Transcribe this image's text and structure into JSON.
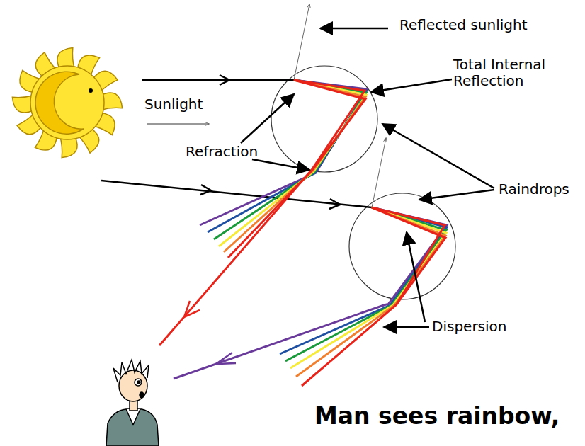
{
  "diagram": {
    "caption": "Man sees rainbow,",
    "labels": [
      "Reflected sunlight",
      "Total Internal Reflection",
      "Sunlight",
      "Refraction",
      "Raindrops",
      "Dispersion"
    ]
  }
}
